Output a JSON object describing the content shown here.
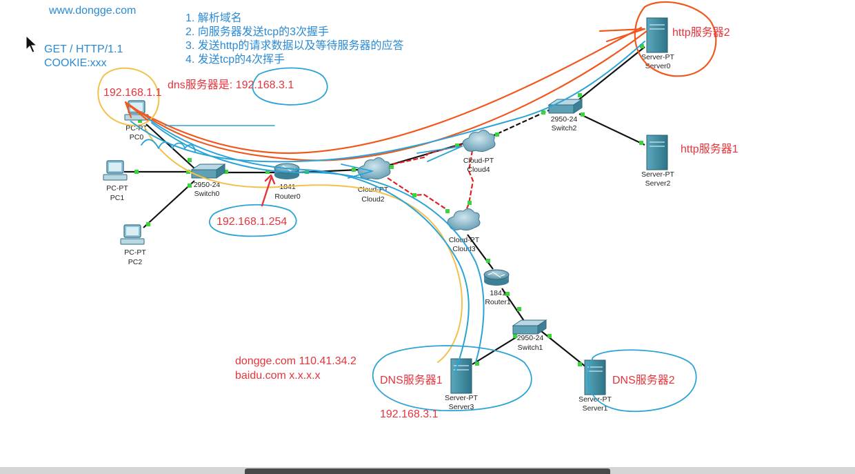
{
  "annotations": {
    "url": "www.dongge.com",
    "request_line": "GET / HTTP/1.1",
    "cookie_line": "COOKIE:xxx",
    "steps": [
      "1. 解析域名",
      "2. 向服务器发送tcp的3次握手",
      "3. 发送http的请求数据以及等待服务器的应答",
      "4. 发送tcp的4次挥手"
    ],
    "pc_ip": "192.168.1.1",
    "dns_server_note": "dns服务器是: 192.168.3.1",
    "gateway_ip": "192.168.1.254",
    "dns_records": [
      "dongge.com  110.41.34.2",
      "baidu.com  x.x.x.x"
    ],
    "dns1_label": "DNS服务器1",
    "dns2_label": "DNS服务器2",
    "dns1_ip": "192.168.3.1",
    "http1_label": "http服务器1",
    "http2_label": "http服务器2"
  },
  "devices": {
    "pc0": {
      "type": "PC-PT",
      "name": "PC0"
    },
    "pc1": {
      "type": "PC-PT",
      "name": "PC1"
    },
    "pc2": {
      "type": "PC-PT",
      "name": "PC2"
    },
    "switch0": {
      "type": "2950-24",
      "name": "Switch0"
    },
    "router0": {
      "type": "1841",
      "name": "Router0"
    },
    "cloud2": {
      "type": "Cloud-PT",
      "name": "Cloud2"
    },
    "cloud4": {
      "type": "Cloud-PT",
      "name": "Cloud4"
    },
    "cloud3": {
      "type": "Cloud-PT",
      "name": "Cloud3"
    },
    "switch2": {
      "type": "2950-24",
      "name": "Switch2"
    },
    "server0": {
      "type": "Server-PT",
      "name": "Server0"
    },
    "server2": {
      "type": "Server-PT",
      "name": "Server2"
    },
    "router1": {
      "type": "1841",
      "name": "Router1"
    },
    "switch1": {
      "type": "2950-24",
      "name": "Switch1"
    },
    "server3": {
      "type": "Server-PT",
      "name": "Server3"
    },
    "server1": {
      "type": "Server-PT",
      "name": "Server1"
    }
  },
  "colors": {
    "annotation_blue": "#2a8ad3",
    "annotation_red": "#e5343b",
    "pen_orange": "#f0581e",
    "pen_yellow": "#f4c04a",
    "pen_cyan": "#2ba3d6",
    "link_black": "#111111",
    "link_red": "#e02020",
    "port_green": "#3bd43b",
    "device_teal": "#3d8fa3"
  }
}
